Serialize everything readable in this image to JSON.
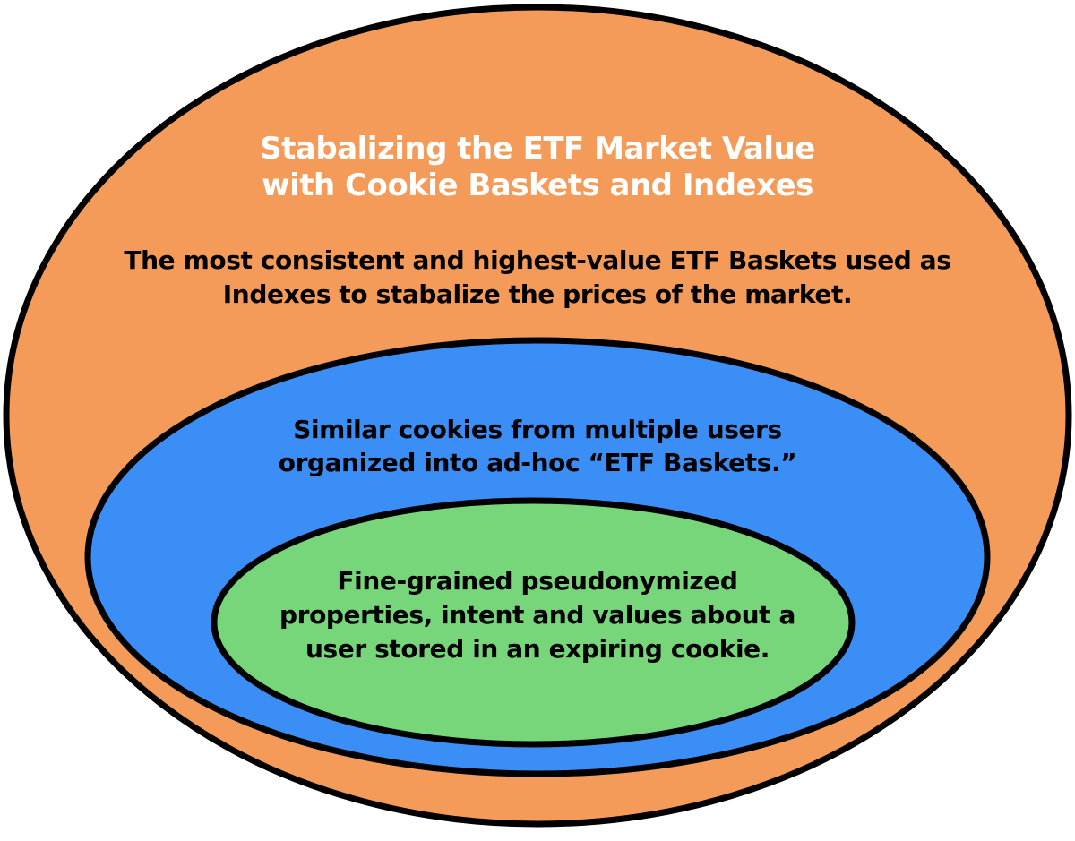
{
  "colors": {
    "outer_fill": "#F49B59",
    "middle_fill": "#3B8EF5",
    "inner_fill": "#77D57A",
    "stroke": "#000000",
    "title_text": "#ffffff",
    "body_text": "#000000"
  },
  "diagram": {
    "outer": {
      "title_lines": [
        "Stabalizing the ETF Market Value",
        "with Cookie Baskets and Indexes"
      ],
      "description_lines": [
        "The most consistent and highest-value ETF Baskets used as",
        "Indexes to stabalize the prices of the market."
      ]
    },
    "middle": {
      "description_lines": [
        "Similar cookies from multiple users",
        "organized into ad-hoc “ETF Baskets.”"
      ]
    },
    "inner": {
      "description_lines": [
        "Fine-grained pseudonymized",
        "properties, intent and values about a",
        "user stored in an expiring cookie."
      ]
    }
  }
}
